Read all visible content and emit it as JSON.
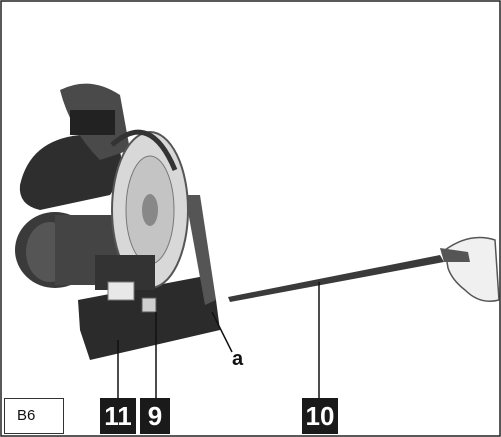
{
  "figure": {
    "label": "B6"
  },
  "callouts": {
    "c11": "11",
    "c9": "9",
    "c10": "10",
    "a": "a"
  }
}
